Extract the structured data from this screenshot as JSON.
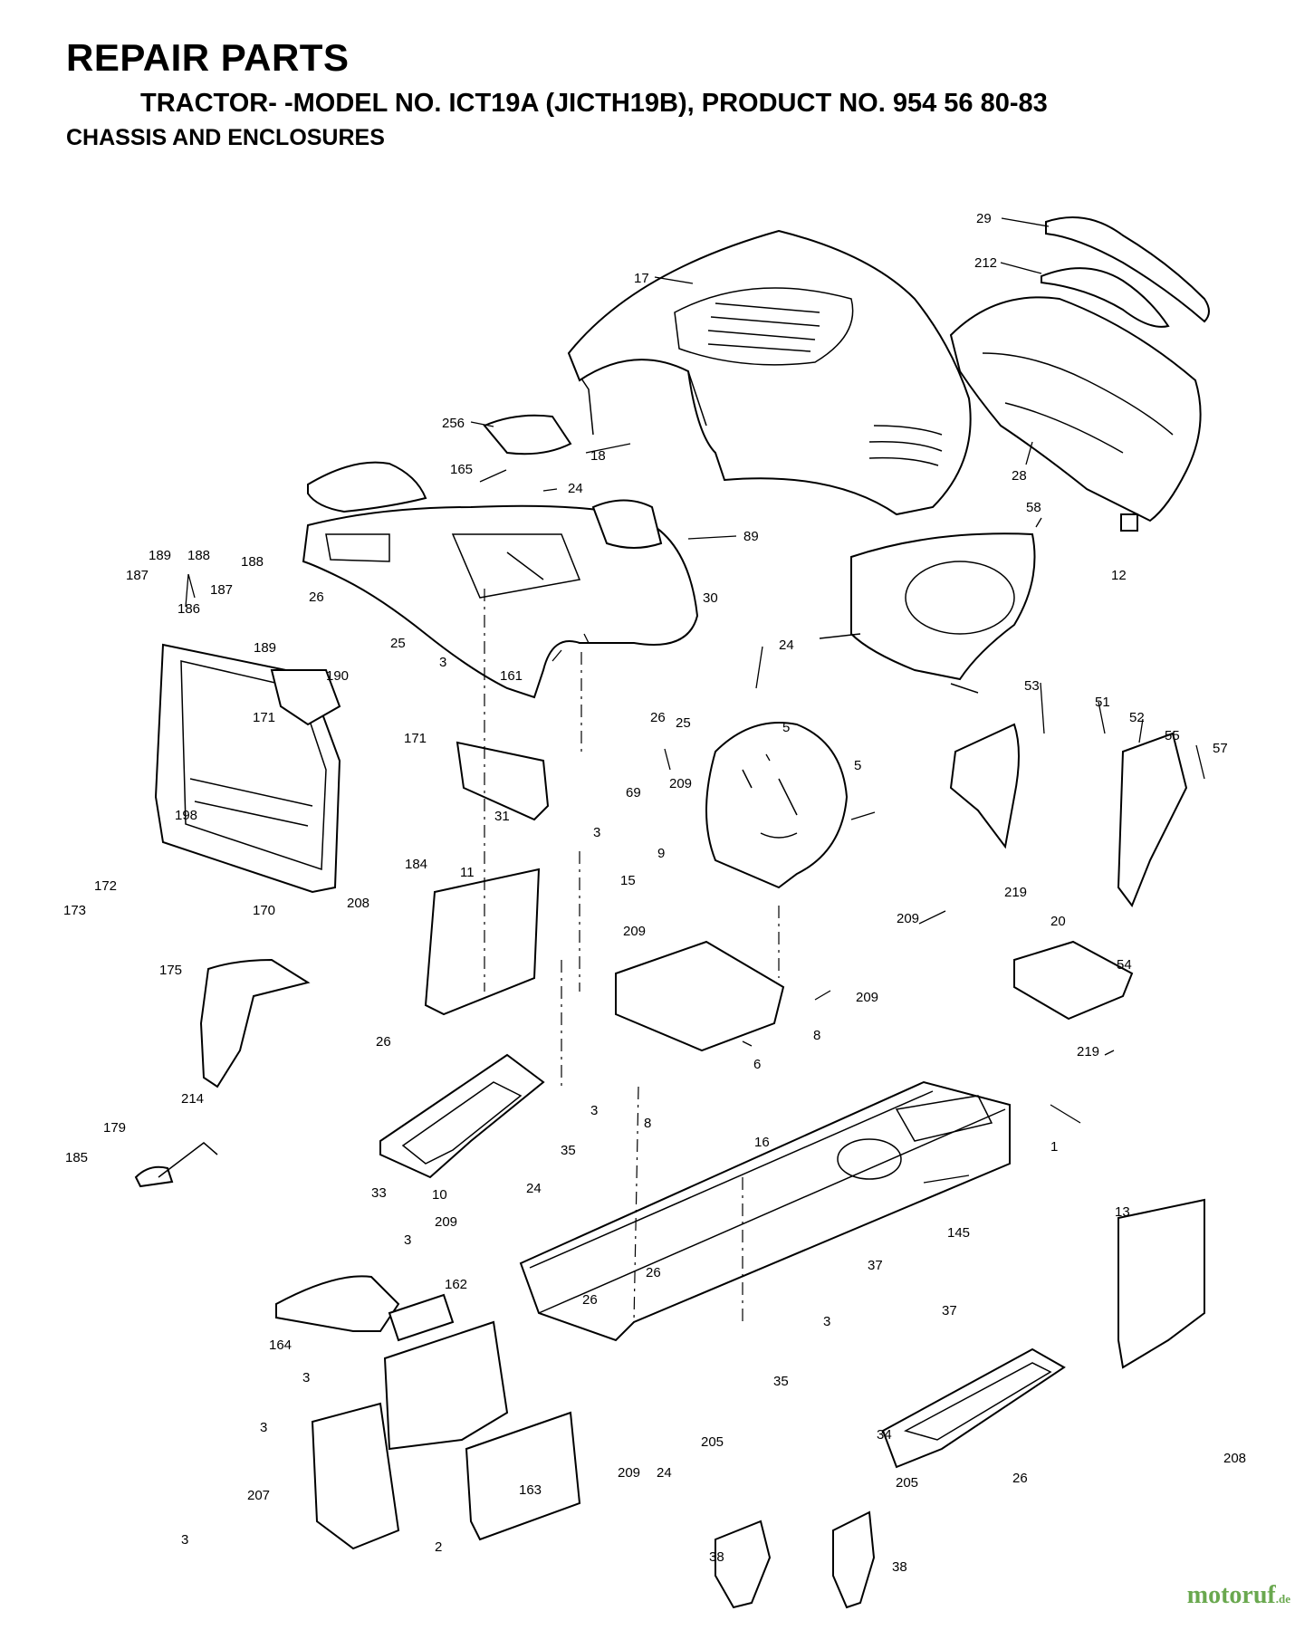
{
  "header": {
    "title": "REPAIR PARTS",
    "subtitle": "TRACTOR- -MODEL NO. ICT19A (JICTH19B), PRODUCT NO. 954 56 80-83",
    "section": "CHASSIS AND ENCLOSURES"
  },
  "watermark": {
    "text": "motoruf",
    "tld": ".de"
  },
  "callouts": [
    {
      "id": "c29",
      "label": "29"
    },
    {
      "id": "c212",
      "label": "212"
    },
    {
      "id": "c17",
      "label": "17"
    },
    {
      "id": "c256",
      "label": "256"
    },
    {
      "id": "c18",
      "label": "18"
    },
    {
      "id": "c28",
      "label": "28"
    },
    {
      "id": "c165",
      "label": "165"
    },
    {
      "id": "c24a",
      "label": "24"
    },
    {
      "id": "c58",
      "label": "58"
    },
    {
      "id": "c89",
      "label": "89"
    },
    {
      "id": "c12",
      "label": "12"
    },
    {
      "id": "c189a",
      "label": "189"
    },
    {
      "id": "c188a",
      "label": "188"
    },
    {
      "id": "c188b",
      "label": "188"
    },
    {
      "id": "c187a",
      "label": "187"
    },
    {
      "id": "c187b",
      "label": "187"
    },
    {
      "id": "c186",
      "label": "186"
    },
    {
      "id": "c189b",
      "label": "189"
    },
    {
      "id": "c26a",
      "label": "26"
    },
    {
      "id": "c25a",
      "label": "25"
    },
    {
      "id": "c30",
      "label": "30"
    },
    {
      "id": "c24b",
      "label": "24"
    },
    {
      "id": "c190",
      "label": "190"
    },
    {
      "id": "c161",
      "label": "161"
    },
    {
      "id": "c3a",
      "label": "3"
    },
    {
      "id": "c26b",
      "label": "26"
    },
    {
      "id": "c25b",
      "label": "25"
    },
    {
      "id": "c53",
      "label": "53"
    },
    {
      "id": "c51",
      "label": "51"
    },
    {
      "id": "c52",
      "label": "52"
    },
    {
      "id": "c55",
      "label": "55"
    },
    {
      "id": "c57",
      "label": "57"
    },
    {
      "id": "c171a",
      "label": "171"
    },
    {
      "id": "c171b",
      "label": "171"
    },
    {
      "id": "c5a",
      "label": "5"
    },
    {
      "id": "c5b",
      "label": "5"
    },
    {
      "id": "c209a",
      "label": "209"
    },
    {
      "id": "c69",
      "label": "69"
    },
    {
      "id": "c31",
      "label": "31"
    },
    {
      "id": "c3b",
      "label": "3"
    },
    {
      "id": "c198",
      "label": "198"
    },
    {
      "id": "c9",
      "label": "9"
    },
    {
      "id": "c184",
      "label": "184"
    },
    {
      "id": "c11",
      "label": "11"
    },
    {
      "id": "c172",
      "label": "172"
    },
    {
      "id": "c173",
      "label": "173"
    },
    {
      "id": "c170",
      "label": "170"
    },
    {
      "id": "c15",
      "label": "15"
    },
    {
      "id": "c208a",
      "label": "208"
    },
    {
      "id": "c209b",
      "label": "209"
    },
    {
      "id": "c219a",
      "label": "219"
    },
    {
      "id": "c20",
      "label": "20"
    },
    {
      "id": "c54",
      "label": "54"
    },
    {
      "id": "c209c",
      "label": "209"
    },
    {
      "id": "c209d",
      "label": "209"
    },
    {
      "id": "c175",
      "label": "175"
    },
    {
      "id": "c8a",
      "label": "8"
    },
    {
      "id": "c219b",
      "label": "219"
    },
    {
      "id": "c26c",
      "label": "26"
    },
    {
      "id": "c6",
      "label": "6"
    },
    {
      "id": "c3c",
      "label": "3"
    },
    {
      "id": "c214",
      "label": "214"
    },
    {
      "id": "c8b",
      "label": "8"
    },
    {
      "id": "c1",
      "label": "1"
    },
    {
      "id": "c16",
      "label": "16"
    },
    {
      "id": "c179",
      "label": "179"
    },
    {
      "id": "c35a",
      "label": "35"
    },
    {
      "id": "c185",
      "label": "185"
    },
    {
      "id": "c33",
      "label": "33"
    },
    {
      "id": "c10",
      "label": "10"
    },
    {
      "id": "c24c",
      "label": "24"
    },
    {
      "id": "c13",
      "label": "13"
    },
    {
      "id": "c209e",
      "label": "209"
    },
    {
      "id": "c145",
      "label": "145"
    },
    {
      "id": "c3d",
      "label": "3"
    },
    {
      "id": "c162",
      "label": "162"
    },
    {
      "id": "c26d",
      "label": "26"
    },
    {
      "id": "c37a",
      "label": "37"
    },
    {
      "id": "c26e",
      "label": "26"
    },
    {
      "id": "c37b",
      "label": "37"
    },
    {
      "id": "c164",
      "label": "164"
    },
    {
      "id": "c3e",
      "label": "3"
    },
    {
      "id": "c3f",
      "label": "3"
    },
    {
      "id": "c35b",
      "label": "35"
    },
    {
      "id": "c34",
      "label": "34"
    },
    {
      "id": "c3g",
      "label": "3"
    },
    {
      "id": "c207",
      "label": "207"
    },
    {
      "id": "c205a",
      "label": "205"
    },
    {
      "id": "c163",
      "label": "163"
    },
    {
      "id": "c209f",
      "label": "209"
    },
    {
      "id": "c24d",
      "label": "24"
    },
    {
      "id": "c205b",
      "label": "205"
    },
    {
      "id": "c26f",
      "label": "26"
    },
    {
      "id": "c208b",
      "label": "208"
    },
    {
      "id": "c3h",
      "label": "3"
    },
    {
      "id": "c2",
      "label": "2"
    },
    {
      "id": "c38a",
      "label": "38"
    },
    {
      "id": "c38b",
      "label": "38"
    }
  ]
}
